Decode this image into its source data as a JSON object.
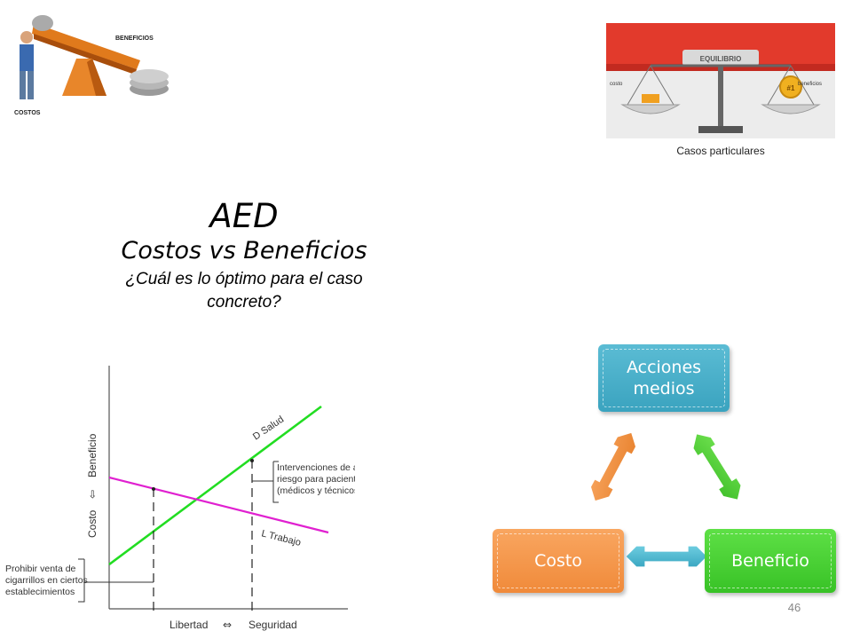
{
  "slide": {
    "title": "AED",
    "subtitle": "Costos vs Beneficios",
    "question": "¿Cuál es lo óptimo para el caso concreto?",
    "page_number": "46"
  },
  "images": {
    "seesaw": {
      "label_beneficios": "BENEFICIOS",
      "label_costos": "COSTOS"
    },
    "scale": {
      "banner": "EQUILIBRIO",
      "left_label": "costo",
      "right_label": "beneficios",
      "badge": "#1",
      "caption": "Casos particulares"
    }
  },
  "graph": {
    "y_label_top": "Beneficio",
    "y_label_bottom": "Costo",
    "y_arrow": "⇦",
    "x_label_left": "Libertad",
    "x_label_right": "Seguridad",
    "x_arrow": "⇔",
    "line_d_label": "D Salud",
    "line_l_label": "L Trabajo",
    "annot_right": [
      "Intervenciones de alto",
      "riesgo para pacientes",
      "(médicos y  técnicos)"
    ],
    "annot_left": [
      "Prohibir venta de",
      "cigarrillos en ciertos",
      "establecimientos"
    ],
    "colors": {
      "d_line": "#22dd22",
      "l_line": "#e020d0"
    }
  },
  "cycle": {
    "top": {
      "label": "Acciones medios",
      "color": "#4bacc6"
    },
    "left": {
      "label": "Costo",
      "color": "#f79646"
    },
    "right": {
      "label": "Beneficio",
      "color": "#4fcf3a"
    }
  }
}
